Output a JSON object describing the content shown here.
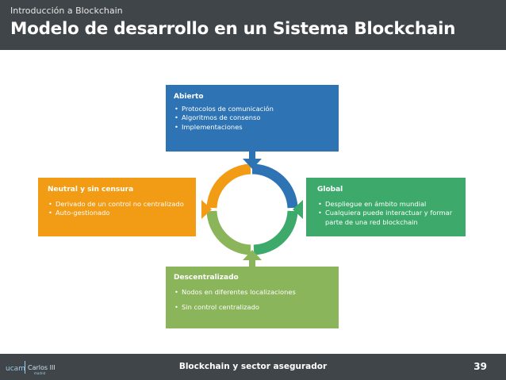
{
  "header": {
    "subtitle": "Introducción a Blockchain",
    "title": "Modelo de desarrollo en un Sistema Blockchain"
  },
  "boxes": {
    "top": {
      "title": "Abierto",
      "items": [
        "Protocolos de comunicación",
        "Algoritmos de consenso",
        "Implementaciones"
      ]
    },
    "right": {
      "title": "Global",
      "items": [
        "Despliegue en ámbito mundial",
        "Cualquiera puede interactuar y formar parte de una red blockchain"
      ]
    },
    "bottom": {
      "title": "Descentralizado",
      "items": [
        "Nodos en diferentes localizaciones",
        "Sin control centralizado"
      ]
    },
    "left": {
      "title": "Neutral y sin censura",
      "items": [
        "Derivado de un control no centralizado",
        "Auto-gestionado"
      ]
    }
  },
  "footer": {
    "title": "Blockchain y sector asegurador",
    "page_number": "39",
    "logo_text": {
      "ucam": "ucam",
      "carlos": "Carlos III",
      "small": "madrid"
    }
  },
  "colors": {
    "blue": "#2e74b5",
    "green": "#3daa6c",
    "light_green": "#8bb55b",
    "orange": "#f29b14",
    "dark": "#3f4549"
  }
}
